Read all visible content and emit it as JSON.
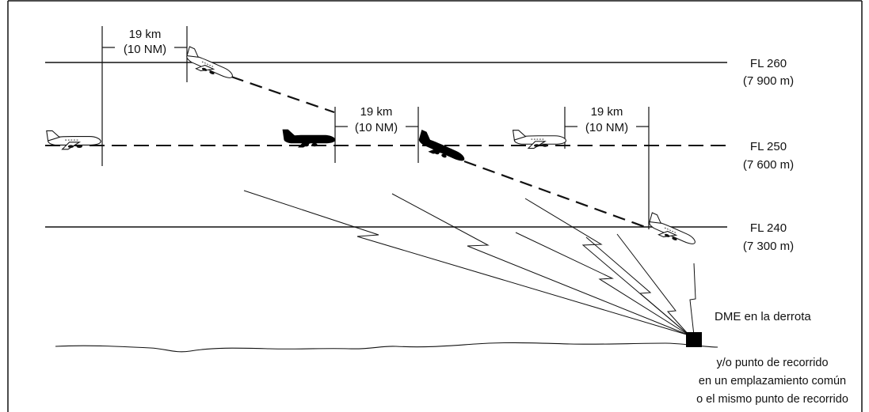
{
  "levels": {
    "fl260": {
      "name": "FL 260",
      "alt": "(7 900 m)"
    },
    "fl250": {
      "name": "FL 250",
      "alt": "(7 600 m)"
    },
    "fl240": {
      "name": "FL 240",
      "alt": "(7 300 m)"
    }
  },
  "separations": [
    {
      "km": "19 km",
      "nm": "(10 NM)"
    },
    {
      "km": "19 km",
      "nm": "(10 NM)"
    },
    {
      "km": "19 km",
      "nm": "(10 NM)"
    }
  ],
  "station": {
    "label": "DME en la derrota",
    "note_line1": "y/o punto de recorrido",
    "note_line2": "en un emplazamiento común",
    "note_line3": "o el mismo punto de recorrido"
  },
  "colors": {
    "line": "#111111",
    "aircraft_dark": "#000000",
    "aircraft_light": "#ffffff"
  }
}
